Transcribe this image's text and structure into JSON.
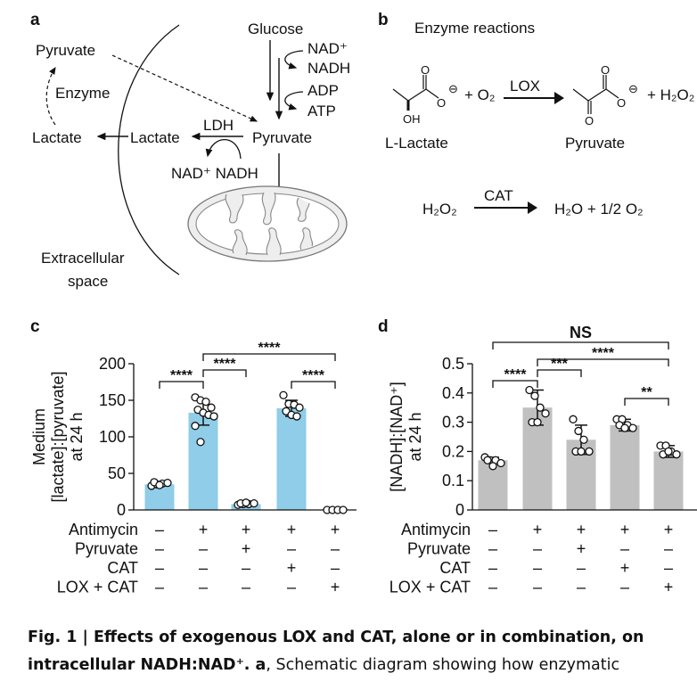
{
  "panel_a": {
    "label": "a",
    "glucose": "Glucose",
    "nad_plus": "NAD⁺",
    "nadh": "NADH",
    "adp": "ADP",
    "atp": "ATP",
    "ldh": "LDH",
    "pyruvate_in": "Pyruvate",
    "lactate_in": "Lactate",
    "lactate_out": "Lactate",
    "pyruvate_out": "Pyruvate",
    "enzyme": "Enzyme",
    "nad_nadh": "NAD⁺ NADH",
    "extracellular_1": "Extracellular",
    "extracellular_2": "space"
  },
  "panel_b": {
    "label": "b",
    "title": "Enzyme reactions",
    "plus_o2": "+ O₂",
    "lox": "LOX",
    "plus_h2o2": "+ H₂O₂",
    "lactate_label": "L-Lactate",
    "pyruvate_label": "Pyruvate",
    "h2o2": "H₂O₂",
    "cat": "CAT",
    "products": "H₂O + 1/2 O₂",
    "atom_o": "O",
    "atom_oh": "OH",
    "minus": "⊖"
  },
  "chart_data": [
    {
      "panel": "c",
      "type": "bar",
      "ylabel": [
        "Medium",
        "[lactate]:[pyruvate]",
        "at 24 h"
      ],
      "ylim": [
        0,
        200
      ],
      "yticks": [
        "0",
        "50",
        "100",
        "150",
        "200"
      ],
      "ytick_values": [
        0,
        50,
        100,
        150,
        200
      ],
      "bar_color": "#8fcde8",
      "values": [
        35,
        133,
        8,
        139,
        0
      ],
      "errors": [
        2,
        17,
        1,
        11,
        0
      ],
      "points": [
        [
          33,
          35,
          36,
          37,
          38,
          34
        ],
        [
          154,
          150,
          148,
          140,
          137,
          133,
          130,
          128,
          115,
          93
        ],
        [
          7,
          8,
          8,
          9,
          9,
          10
        ],
        [
          157,
          145,
          144,
          140,
          135,
          130,
          128
        ],
        [
          0,
          0,
          0,
          0
        ]
      ],
      "brackets": [
        {
          "from": 0,
          "to": 1,
          "label": "****"
        },
        {
          "from": 1,
          "to": 2,
          "label": "****"
        },
        {
          "from": 1,
          "to": 4,
          "label": "****"
        },
        {
          "from": 3,
          "to": 4,
          "label": "****"
        }
      ],
      "conditions": [
        {
          "name": "Antimycin",
          "signs": [
            "–",
            "+",
            "+",
            "+",
            "+"
          ]
        },
        {
          "name": "Pyruvate",
          "signs": [
            "–",
            "–",
            "+",
            "–",
            "–"
          ]
        },
        {
          "name": "CAT",
          "signs": [
            "–",
            "–",
            "–",
            "+",
            "–"
          ]
        },
        {
          "name": "LOX + CAT",
          "signs": [
            "–",
            "–",
            "–",
            "–",
            "+"
          ]
        }
      ]
    },
    {
      "panel": "d",
      "type": "bar",
      "ylabel": [
        "[NADH]:[NAD⁺]",
        "at 24 h"
      ],
      "ylim": [
        0,
        0.5
      ],
      "yticks": [
        "0",
        "0.1",
        "0.2",
        "0.3",
        "0.4",
        "0.5"
      ],
      "ytick_values": [
        0,
        0.1,
        0.2,
        0.3,
        0.4,
        0.5
      ],
      "bar_color": "#c0c0c0",
      "values": [
        0.17,
        0.35,
        0.24,
        0.29,
        0.2
      ],
      "errors": [
        0.01,
        0.06,
        0.05,
        0.02,
        0.02
      ],
      "points": [
        [
          0.18,
          0.17,
          0.17,
          0.16,
          0.17,
          0.15
        ],
        [
          0.41,
          0.39,
          0.35,
          0.33,
          0.3,
          0.3
        ],
        [
          0.31,
          0.27,
          0.24,
          0.2,
          0.2,
          0.2
        ],
        [
          0.31,
          0.31,
          0.29,
          0.28,
          0.29,
          0.28
        ],
        [
          0.22,
          0.22,
          0.2,
          0.19,
          0.19,
          0.2
        ]
      ],
      "brackets": [
        {
          "from": 0,
          "to": 4,
          "label": "NS"
        },
        {
          "from": 1,
          "to": 4,
          "label": "****"
        },
        {
          "from": 1,
          "to": 2,
          "label": "***"
        },
        {
          "from": 0,
          "to": 1,
          "label": "****"
        },
        {
          "from": 3,
          "to": 4,
          "label": "**"
        }
      ],
      "conditions": [
        {
          "name": "Antimycin",
          "signs": [
            "–",
            "+",
            "+",
            "+",
            "+"
          ]
        },
        {
          "name": "Pyruvate",
          "signs": [
            "–",
            "–",
            "+",
            "–",
            "–"
          ]
        },
        {
          "name": "CAT",
          "signs": [
            "–",
            "–",
            "–",
            "+",
            "–"
          ]
        },
        {
          "name": "LOX + CAT",
          "signs": [
            "–",
            "–",
            "–",
            "–",
            "+"
          ]
        }
      ]
    }
  ],
  "caption": {
    "bold": "Fig. 1 | Effects of exogenous LOX and CAT, alone or in combination, on intracellular NADH:NAD⁺. a",
    "rest": ", Schematic diagram showing how enzymatic"
  }
}
